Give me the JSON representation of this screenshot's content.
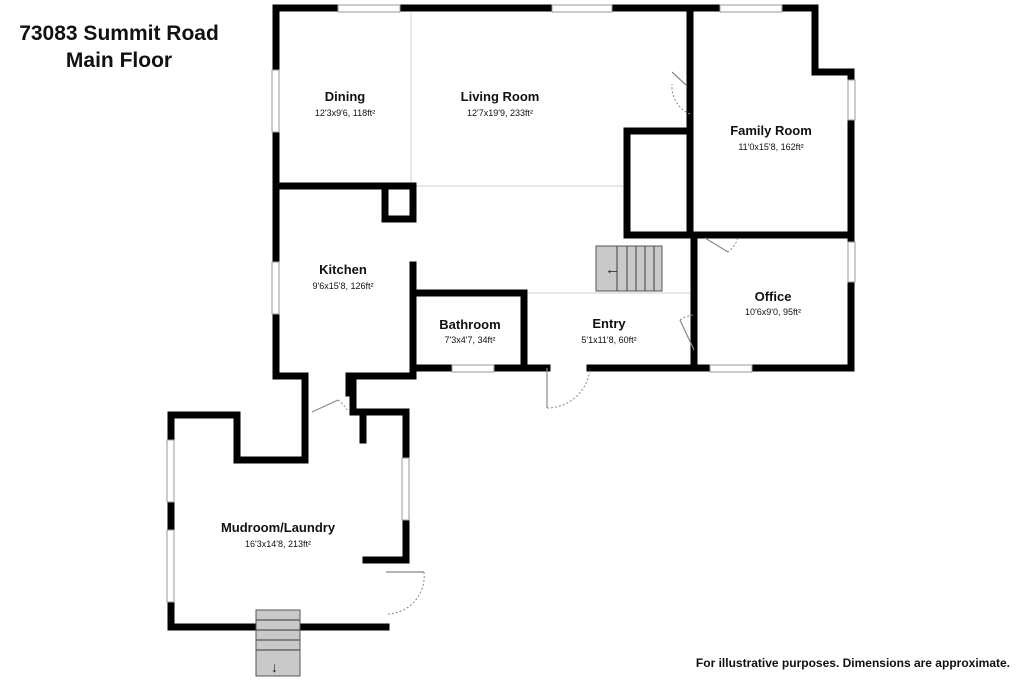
{
  "title": {
    "line1": "73083 Summit Road",
    "line2": "Main Floor"
  },
  "rooms": {
    "dining": {
      "name": "Dining",
      "dims": "12'3x9'6, 118ft²"
    },
    "living": {
      "name": "Living Room",
      "dims": "12'7x19'9, 233ft²"
    },
    "family": {
      "name": "Family Room",
      "dims": "11'0x15'8, 162ft²"
    },
    "kitchen": {
      "name": "Kitchen",
      "dims": "9'6x15'8, 126ft²"
    },
    "bathroom": {
      "name": "Bathroom",
      "dims": "7'3x4'7, 34ft²"
    },
    "entry": {
      "name": "Entry",
      "dims": "5'1x11'8, 60ft²"
    },
    "office": {
      "name": "Office",
      "dims": "10'6x9'0, 95ft²"
    },
    "mudroom": {
      "name": "Mudroom/Laundry",
      "dims": "16'3x14'8, 213ft²"
    }
  },
  "stairs": {
    "up_arrow": "←",
    "down_arrow": "↓"
  },
  "note": "For illustrative purposes. Dimensions are approximate.",
  "colors": {
    "wall": "#000000",
    "stairs": "#c9c9c9",
    "window": "#ffffff"
  }
}
